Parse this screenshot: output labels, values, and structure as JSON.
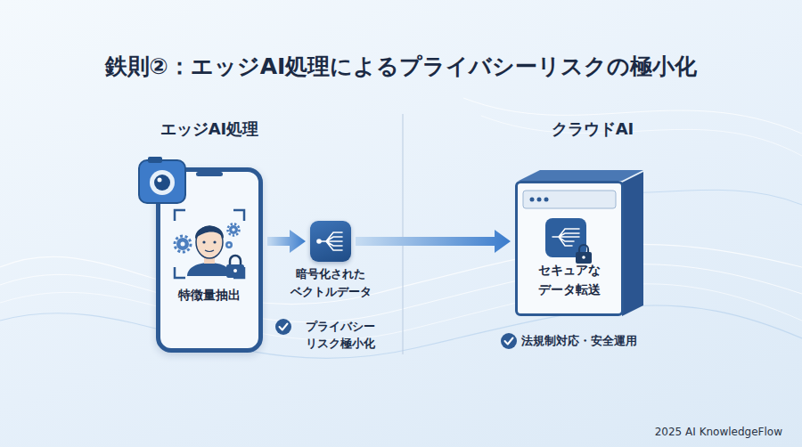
{
  "diagram": {
    "title": "鉄則②：エッジAI処理によるプライバシーリスクの極小化",
    "nodes": [
      {
        "text": [
          "特徴量抽出"
        ]
      },
      {
        "text": [
          "暗号化された ベクトルデータ"
        ]
      },
      {
        "text": [
          "セキュアな データ転送"
        ]
      }
    ],
    "edges": [
      {
        "from": 0,
        "to": 1,
        "arrow": "to"
      },
      {
        "from": 1,
        "to": 2,
        "arrow": "to"
      }
    ],
    "labels": [
      "エッジAI処理",
      "クラウドAI",
      "プライバシー リスク極小化",
      "法規制対応・安全運用",
      "2025 AI KnowledgeFlow"
    ]
  }
}
